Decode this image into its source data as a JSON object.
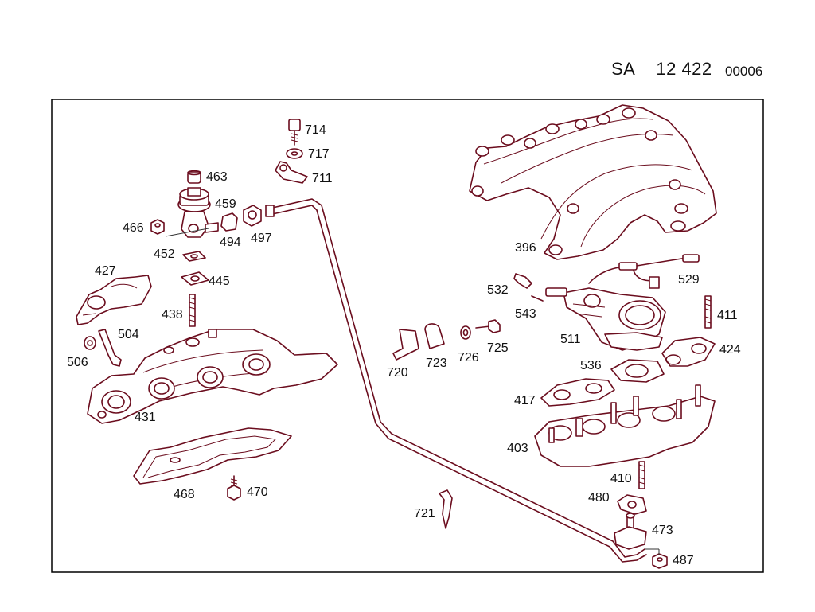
{
  "header": {
    "prefix": "SA",
    "number": "12 422",
    "sheet": "00006"
  },
  "colors": {
    "line": "#6b0d1e",
    "text": "#111111",
    "frame": "#000000"
  },
  "parts": [
    {
      "id": "p714",
      "label": "714"
    },
    {
      "id": "p717",
      "label": "717"
    },
    {
      "id": "p711",
      "label": "711"
    },
    {
      "id": "p463",
      "label": "463"
    },
    {
      "id": "p459",
      "label": "459"
    },
    {
      "id": "p466",
      "label": "466"
    },
    {
      "id": "p494",
      "label": "494"
    },
    {
      "id": "p497",
      "label": "497"
    },
    {
      "id": "p452",
      "label": "452"
    },
    {
      "id": "p427",
      "label": "427"
    },
    {
      "id": "p445",
      "label": "445"
    },
    {
      "id": "p438",
      "label": "438"
    },
    {
      "id": "p504",
      "label": "504"
    },
    {
      "id": "p506",
      "label": "506"
    },
    {
      "id": "p431",
      "label": "431"
    },
    {
      "id": "p468",
      "label": "468"
    },
    {
      "id": "p470",
      "label": "470"
    },
    {
      "id": "p396",
      "label": "396"
    },
    {
      "id": "p532",
      "label": "532"
    },
    {
      "id": "p529",
      "label": "529"
    },
    {
      "id": "p543",
      "label": "543"
    },
    {
      "id": "p411",
      "label": "411"
    },
    {
      "id": "p511",
      "label": "511"
    },
    {
      "id": "p424",
      "label": "424"
    },
    {
      "id": "p720",
      "label": "720"
    },
    {
      "id": "p723",
      "label": "723"
    },
    {
      "id": "p726",
      "label": "726"
    },
    {
      "id": "p725",
      "label": "725"
    },
    {
      "id": "p536",
      "label": "536"
    },
    {
      "id": "p417",
      "label": "417"
    },
    {
      "id": "p403",
      "label": "403"
    },
    {
      "id": "p410",
      "label": "410"
    },
    {
      "id": "p480",
      "label": "480"
    },
    {
      "id": "p473",
      "label": "473"
    },
    {
      "id": "p721",
      "label": "721"
    },
    {
      "id": "p487",
      "label": "487"
    }
  ]
}
